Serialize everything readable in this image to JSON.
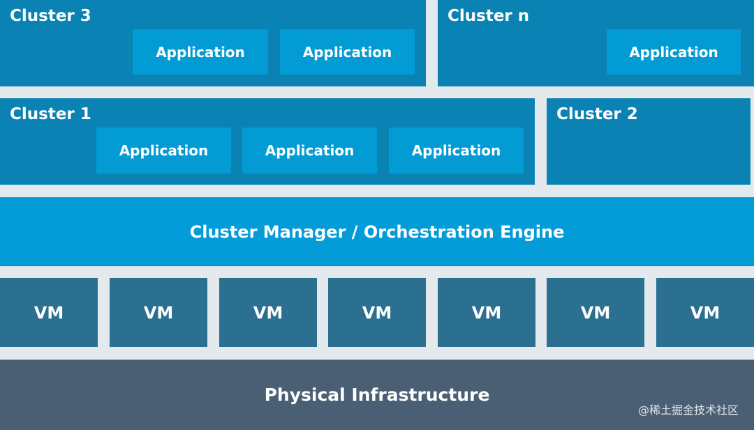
{
  "clusters": {
    "c3": {
      "title": "Cluster 3",
      "apps": [
        "Application",
        "Application"
      ]
    },
    "cn": {
      "title": "Cluster n",
      "apps": [
        "Application"
      ]
    },
    "c1": {
      "title": "Cluster 1",
      "apps": [
        "Application",
        "Application",
        "Application"
      ]
    },
    "c2": {
      "title": "Cluster 2"
    }
  },
  "manager": {
    "label": "Cluster Manager / Orchestration Engine"
  },
  "vms": [
    "VM",
    "VM",
    "VM",
    "VM",
    "VM",
    "VM",
    "VM"
  ],
  "infrastructure": {
    "label": "Physical Infrastructure"
  },
  "watermark": "@稀土掘金技术社区"
}
